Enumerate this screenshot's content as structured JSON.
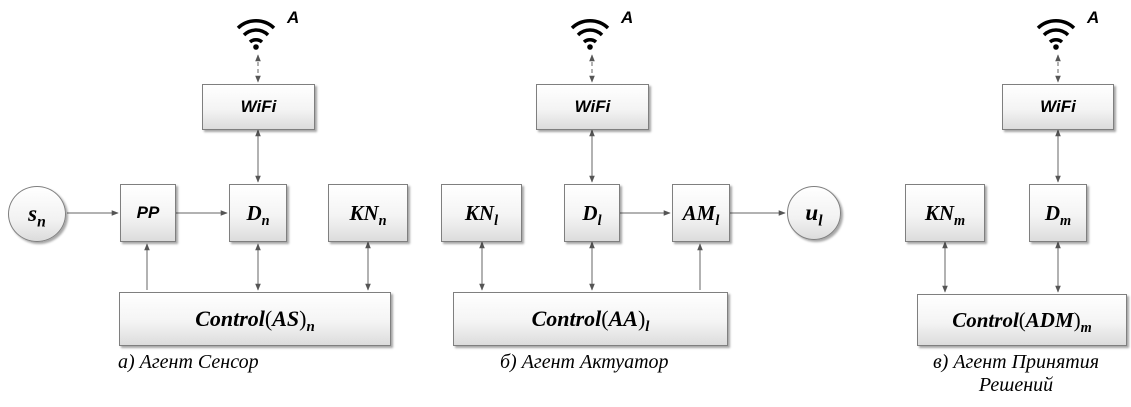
{
  "antenna_label": "A",
  "wifi_label": "WiFi",
  "panel_a": {
    "sensor_node": {
      "var": "s",
      "sub": "n"
    },
    "pp_label": "PP",
    "d_node": {
      "var": "D",
      "sub": "n"
    },
    "kn_node": {
      "var": "KN",
      "sub": "n"
    },
    "control": {
      "prefix": "Control",
      "agent": "AS",
      "sub": "n"
    },
    "caption": "а) Агент Сенсор"
  },
  "panel_b": {
    "kn_node": {
      "var": "KN",
      "sub": "l"
    },
    "d_node": {
      "var": "D",
      "sub": "l"
    },
    "am_node": {
      "var": "AM",
      "sub": "l"
    },
    "output_node": {
      "var": "u",
      "sub": "l"
    },
    "control": {
      "prefix": "Control",
      "agent": "AA",
      "sub": "l"
    },
    "caption": "б) Агент Актуатор"
  },
  "panel_c": {
    "kn_node": {
      "var": "KN",
      "sub": "m"
    },
    "d_node": {
      "var": "D",
      "sub": "m"
    },
    "control": {
      "prefix": "Control",
      "agent": "ADM",
      "sub": "m"
    },
    "caption_line1": "в) Агент Принятия",
    "caption_line2": "Решений"
  },
  "colors": {
    "stroke": "#7f7f7f",
    "text": "#000000"
  }
}
